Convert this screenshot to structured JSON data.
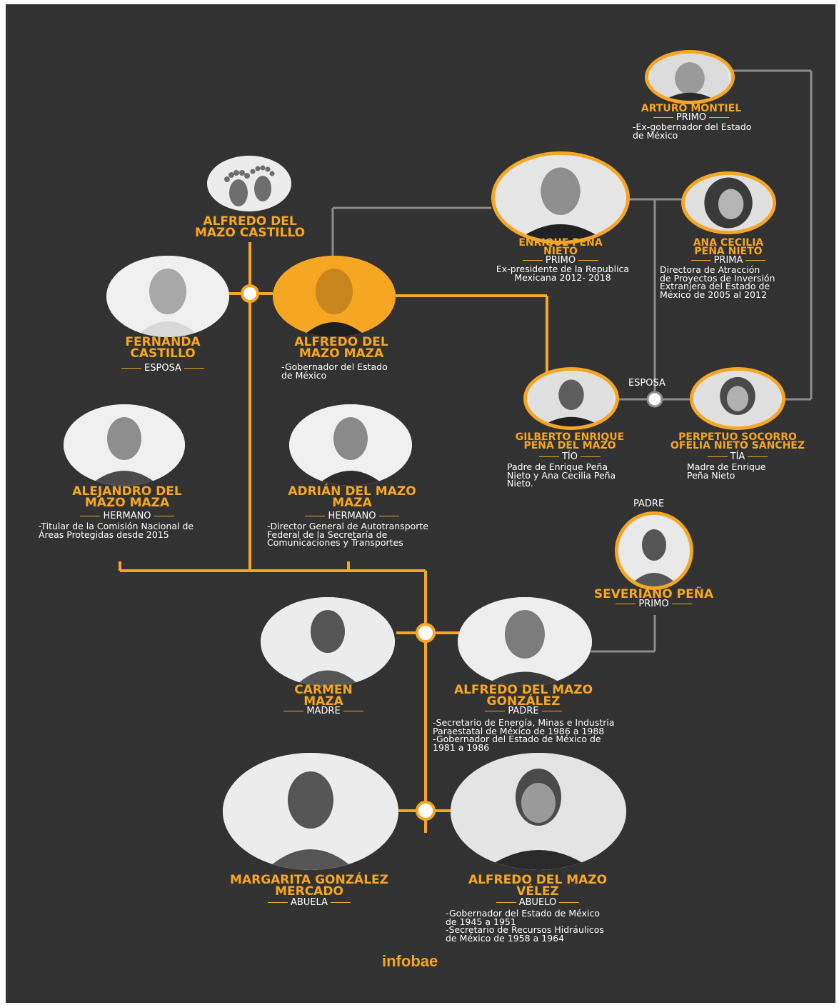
{
  "colors": {
    "background": "#333232",
    "accent": "#f5a623",
    "connector_gray": "#8c8c8c",
    "text": "#ffffff"
  },
  "founder": {
    "icon": "footprints-icon",
    "name_line1": "ALFREDO DEL",
    "name_line2": "MAZO CASTILLO"
  },
  "montiel": {
    "name": "ARTURO MONTIEL",
    "role": "PRIMO",
    "desc": "-Ex-gobernador del Estado\nde México"
  },
  "epn": {
    "name_line1": "ENRIQUE PEÑA",
    "name_line2": "NIETO",
    "role": "PRIMO",
    "desc": "Ex-presidente de la Republica\nMexicana 2012- 2018"
  },
  "ana_cecilia": {
    "name_line1": "ANA CECILIA",
    "name_line2": "PEÑA NIETO",
    "role": "PRIMA",
    "desc": "Directora de Atracción\nde Proyectos de Inversión\nExtranjera del Estado de\nMéxico de 2005 al 2012"
  },
  "fernanda": {
    "name_line1": "FERNANDA",
    "name_line2": "CASTILLO",
    "role": "ESPOSA"
  },
  "alfredo_maza": {
    "name_line1": "ALFREDO DEL",
    "name_line2": "MAZO MAZA",
    "desc": "-Gobernador del Estado\nde México"
  },
  "gilberto": {
    "name_line1": "GILBERTO ENRIQUE",
    "name_line2": "PEÑA DEL MAZO",
    "role": "TÍO",
    "desc": "Padre de Enrique Peña\nNieto y Ana Cecilia Peña\nNieto."
  },
  "perpetuo": {
    "name_line1": "PERPETUO SOCORRO",
    "name_line2": "OFELIA NIETO SÁNCHEZ",
    "role": "TÍA",
    "desc": "Madre de Enrique\nPeña Nieto"
  },
  "esposa_label": "ESPOSA",
  "padre_label": "PADRE",
  "alejandro": {
    "name_line1": "ALEJANDRO DEL",
    "name_line2": "MAZO MAZA",
    "role": "HERMANO",
    "desc": "-Titular de la Comisión Nacional de\nÁreas Protegidas desde 2015"
  },
  "adrian": {
    "name_line1": "ADRIÁN DEL MAZO",
    "name_line2": "MAZA",
    "role": "HERMANO",
    "desc": "-Director General de Autotransporte\nFederal de la Secretaría de\nComunicaciones y Transportes"
  },
  "severiano": {
    "name": "SEVERIANO PEÑA",
    "role": "PRIMO"
  },
  "carmen": {
    "name_line1": "CARMEN",
    "name_line2": "MAZA",
    "role": "MADRE"
  },
  "alfredo_gonzalez": {
    "name_line1": "ALFREDO DEL MAZO",
    "name_line2": "GONZÁLEZ",
    "role": "PADRE",
    "desc": "-Secretario de Energía, Minas e Industria\n Paraestatal de México de 1986 a 1988\n-Gobernador del Estado de México  de\n 1981 a 1986"
  },
  "margarita": {
    "name_line1": "MARGARITA GONZÁLEZ",
    "name_line2": "MERCADO",
    "role": "ABUELA"
  },
  "alfredo_velez": {
    "name_line1": "ALFREDO DEL MAZO",
    "name_line2": "VÉLEZ",
    "role": "ABUELO",
    "desc": "-Gobernador del Estado de México\n de 1945 a 1951\n-Secretario de Recursos Hidráulicos\n de México de 1958 a 1964"
  },
  "brand": "infobae"
}
